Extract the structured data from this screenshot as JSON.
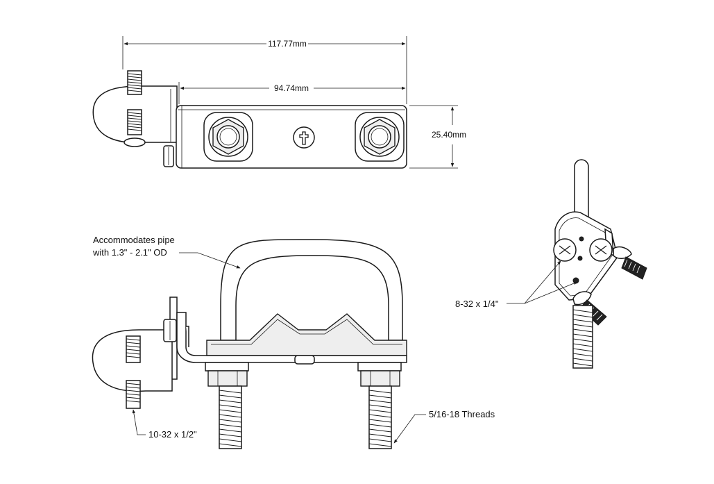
{
  "dimensions": {
    "overall_length": "117.77mm",
    "hole_spacing": "94.74mm",
    "height": "25.40mm"
  },
  "callouts": {
    "pipe_range_line1": "Accommodates pipe",
    "pipe_range_line2": "with 1.3\" - 2.1\" OD",
    "stud_size": "10-32 x 1/2\"",
    "bolt_threads": "5/16-18 Threads",
    "screw_size": "8-32 x 1/4\""
  },
  "colors": {
    "line": "#1a1a1a",
    "fill_dark": "#222222",
    "fill_light": "#eeeeee"
  }
}
